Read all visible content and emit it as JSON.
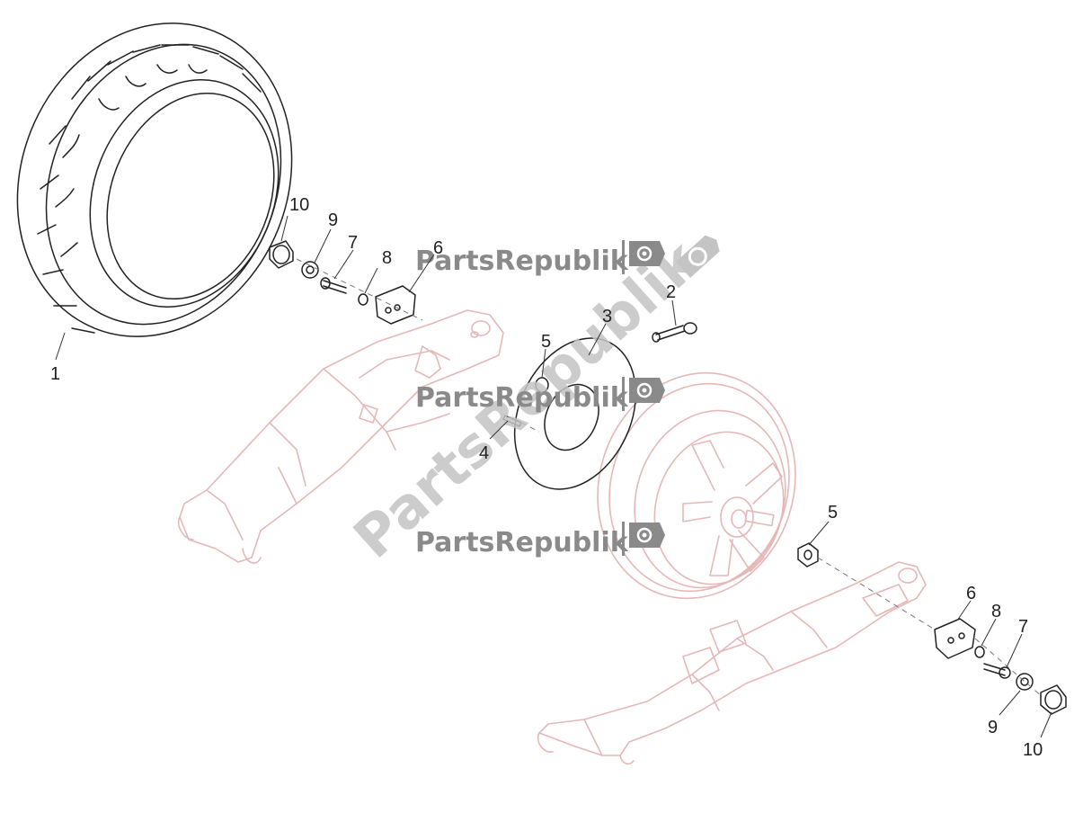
{
  "watermark": {
    "brand": "PartsRepublik",
    "diagonal": "PartsRepublik",
    "colors": {
      "text": "#8a8a8a",
      "diagonal": "#c4c4c4",
      "icon": "#8a8a8a"
    },
    "icon": "gear-flag-icon"
  },
  "callouts": [
    {
      "id": "c1",
      "label": "1"
    },
    {
      "id": "c2",
      "label": "2"
    },
    {
      "id": "c3",
      "label": "3"
    },
    {
      "id": "c4",
      "label": "4"
    },
    {
      "id": "c5a",
      "label": "5"
    },
    {
      "id": "c5b",
      "label": "5"
    },
    {
      "id": "c6a",
      "label": "6"
    },
    {
      "id": "c6b",
      "label": "6"
    },
    {
      "id": "c7a",
      "label": "7"
    },
    {
      "id": "c7b",
      "label": "7"
    },
    {
      "id": "c8a",
      "label": "8"
    },
    {
      "id": "c8b",
      "label": "8"
    },
    {
      "id": "c9a",
      "label": "9"
    },
    {
      "id": "c9b",
      "label": "9"
    },
    {
      "id": "c10a",
      "label": "10"
    },
    {
      "id": "c10b",
      "label": "10"
    }
  ],
  "colors": {
    "ghost_lines": "#e6b7b7",
    "ink": "#222222",
    "background": "#ffffff"
  }
}
